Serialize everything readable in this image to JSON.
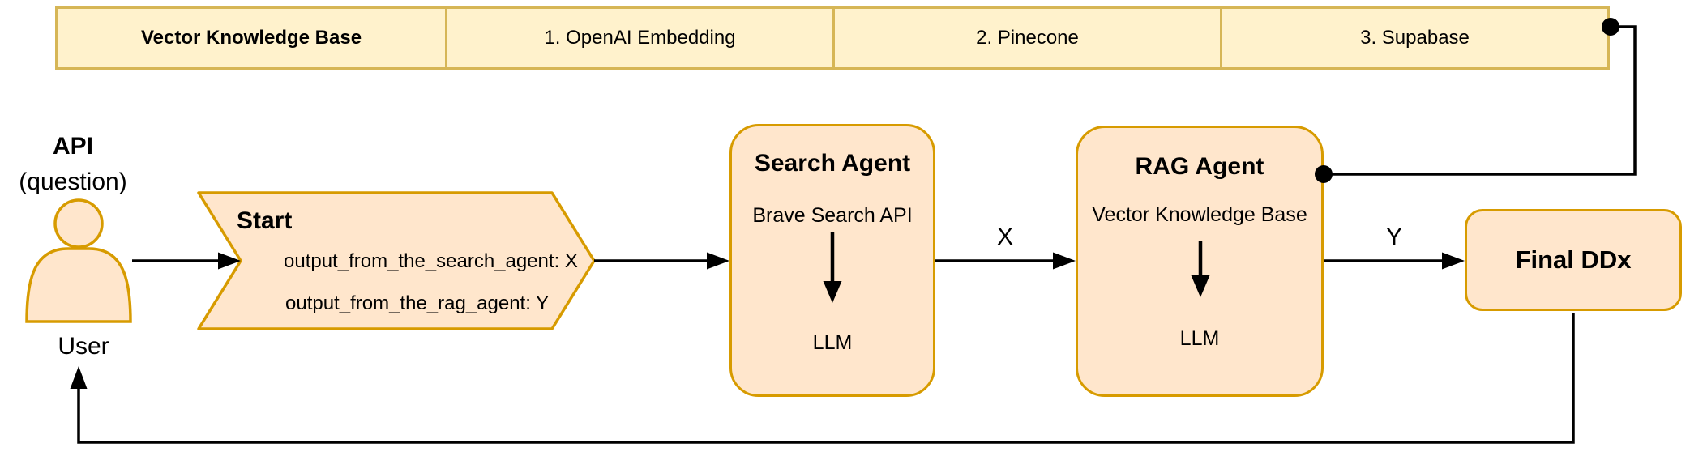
{
  "colors": {
    "bar_fill": "#FFF2CC",
    "bar_border": "#D6B656",
    "node_fill": "#FFE6CC",
    "node_border": "#D79B00",
    "line": "#000000",
    "background": "#FFFFFF"
  },
  "kb_bar": {
    "header": "Vector Knowledge Base",
    "cells": [
      "1. OpenAI Embedding",
      "2. Pinecone",
      "3. Supabase"
    ]
  },
  "user": {
    "api_title": "API",
    "api_subtitle": "(question)",
    "label": "User"
  },
  "start": {
    "title": "Start",
    "lines": [
      "output_from_the_search_agent: X",
      "output_from_the_rag_agent: Y"
    ]
  },
  "search_agent": {
    "title": "Search Agent",
    "tool": "Brave Search API",
    "output": "LLM"
  },
  "rag_agent": {
    "title": "RAG Agent",
    "tool": "Vector Knowledge Base",
    "output": "LLM"
  },
  "final": {
    "label": "Final DDx"
  },
  "edges": {
    "x_label": "X",
    "y_label": "Y"
  }
}
